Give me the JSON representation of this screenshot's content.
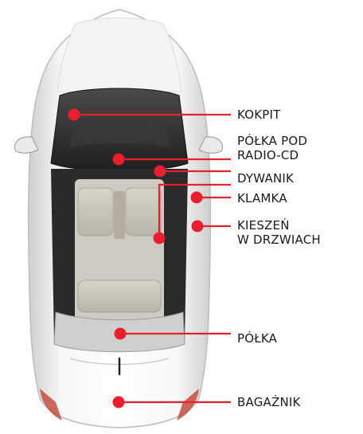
{
  "callouts": [
    {
      "id": "kokpit",
      "lines": [
        "KOKPIT"
      ]
    },
    {
      "id": "polka-pod-radio",
      "lines": [
        "PÓŁKA POD",
        "RADIO-CD"
      ]
    },
    {
      "id": "dywanik",
      "lines": [
        "DYWANIK"
      ]
    },
    {
      "id": "klamka",
      "lines": [
        "KLAMKA"
      ]
    },
    {
      "id": "kieszen",
      "lines": [
        "KIESZEŃ",
        "W DRZWIACH"
      ]
    },
    {
      "id": "polka",
      "lines": [
        "PÓŁKA"
      ]
    },
    {
      "id": "bagaznik",
      "lines": [
        "BAGAŻNIK"
      ]
    }
  ],
  "colors": {
    "marker": "#e8202e",
    "car_body": "#f2f2f2",
    "glass": "#2e2e30",
    "interior": "#c9c5bc",
    "tail_light": "#c0392b"
  }
}
